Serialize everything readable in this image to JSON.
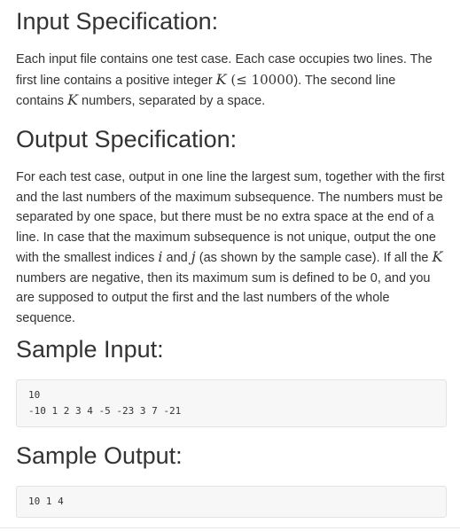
{
  "input_spec": {
    "heading": "Input Specification:",
    "t1": "Each input file contains one test case. Each case occupies two lines. The first line contains a positive integer ",
    "var_k": "K",
    "t2": " (",
    "leq": "≤",
    "t3": " 10000",
    "t4": "). The second line contains ",
    "t5": " numbers, separated by a space."
  },
  "output_spec": {
    "heading": "Output Specification:",
    "t1": "For each test case, output in one line the largest sum, together with the first and the last numbers of the maximum subsequence. The numbers must be separated by one space, but there must be no extra space at the end of a line. In case that the maximum subsequence is not unique, output the one with the smallest indices ",
    "var_i": "i",
    "t2": " and ",
    "var_j": "j",
    "t3": " (as shown by the sample case). If all the ",
    "var_k": "K",
    "t4": " numbers are negative, then its maximum sum is defined to be 0, and you are supposed to output the first and the last numbers of the whole sequence."
  },
  "sample_input": {
    "heading": "Sample Input:",
    "code": "10\n-10 1 2 3 4 -5 -23 3 7 -21"
  },
  "sample_output": {
    "heading": "Sample Output:",
    "code": "10 1 4"
  }
}
